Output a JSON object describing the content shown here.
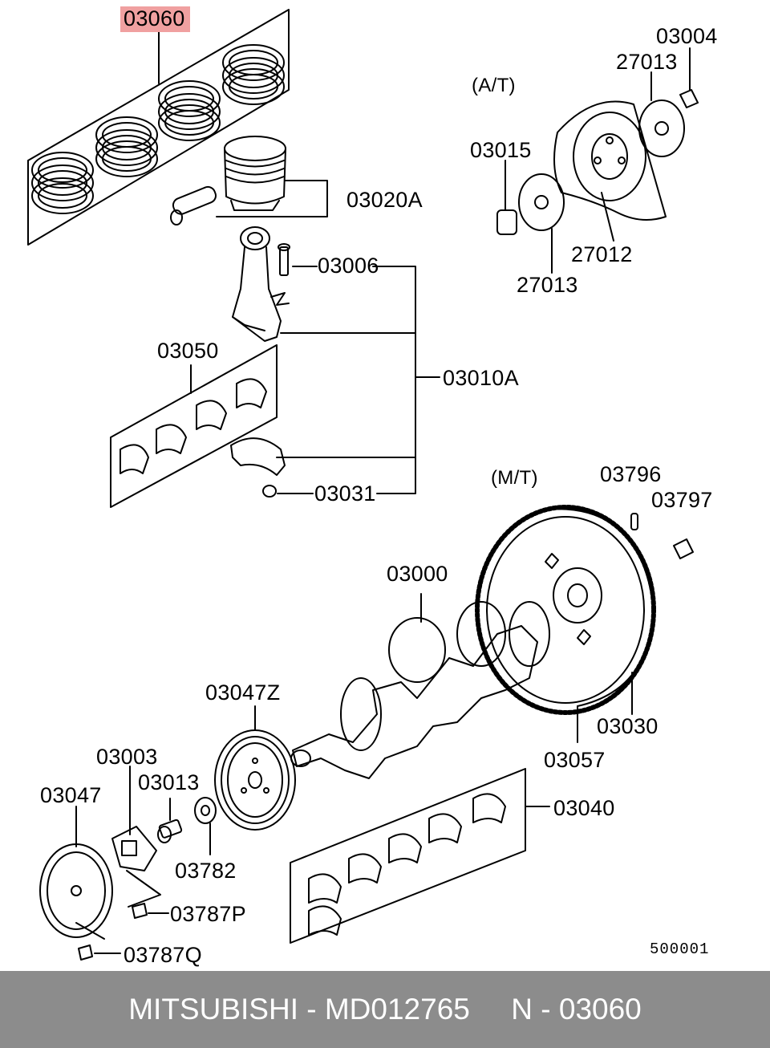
{
  "labels": {
    "p03060": "03060",
    "p03020a": "03020A",
    "p03006": "03006",
    "p03010a": "03010A",
    "p03050": "03050",
    "p03031": "03031",
    "at": "(A/T)",
    "p03004": "03004",
    "p27013_top": "27013",
    "p03015": "03015",
    "p27012": "27012",
    "p27013_bot": "27013",
    "mt": "(M/T)",
    "p03796": "03796",
    "p03797": "03797",
    "p03000": "03000",
    "p03030": "03030",
    "p03057": "03057",
    "p03047z": "03047Z",
    "p03003": "03003",
    "p03013": "03013",
    "p03047": "03047",
    "p03782": "03782",
    "p03787p": "03787P",
    "p03787q": "03787Q",
    "p03040": "03040"
  },
  "diagram_code": "500001",
  "highlight_color": "#f0a0a0",
  "footer": {
    "text": "MITSUBISHI - MD012765     N - 03060",
    "background": "#8c8c8c"
  }
}
